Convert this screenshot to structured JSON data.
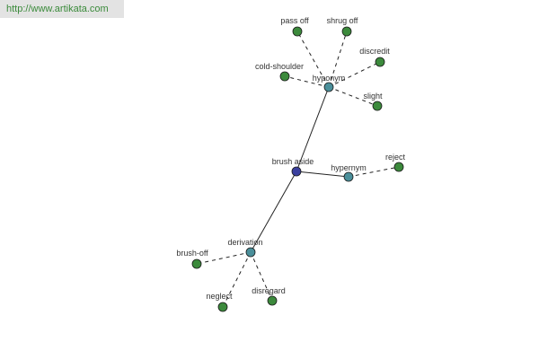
{
  "header": {
    "url": "http://www.artikata.com"
  },
  "colors": {
    "center": "#3a3f9e",
    "relation": "#4a8f9a",
    "leaf": "#3c8a3c"
  },
  "graph": {
    "center": {
      "id": "brush-aside",
      "label": "brush aside"
    },
    "relations": [
      {
        "id": "hyponym",
        "label": "hyponym",
        "leaves": [
          {
            "id": "pass-off",
            "label": "pass off"
          },
          {
            "id": "shrug-off",
            "label": "shrug off"
          },
          {
            "id": "discredit",
            "label": "discredit"
          },
          {
            "id": "cold-shoulder",
            "label": "cold-shoulder"
          },
          {
            "id": "slight",
            "label": "slight"
          }
        ]
      },
      {
        "id": "hypernym",
        "label": "hypernym",
        "leaves": [
          {
            "id": "reject",
            "label": "reject"
          }
        ]
      },
      {
        "id": "derivation",
        "label": "derivation",
        "leaves": [
          {
            "id": "brush-off",
            "label": "brush-off"
          },
          {
            "id": "neglect",
            "label": "neglect"
          },
          {
            "id": "disregard",
            "label": "disregard"
          }
        ]
      }
    ]
  }
}
